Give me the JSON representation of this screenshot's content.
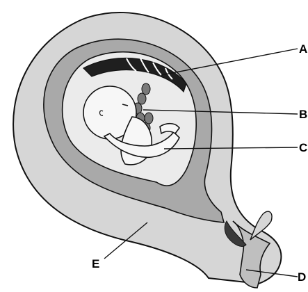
{
  "labels": {
    "a": "A",
    "b": "B",
    "c": "C",
    "d": "D",
    "e": "E"
  },
  "colors": {
    "uterus_wall": "#d6d6d6",
    "inner_layer": "#a9a9a9",
    "amniotic_fluid": "#ebebeb",
    "placenta": "#1f1f1f",
    "outline": "#111111"
  }
}
